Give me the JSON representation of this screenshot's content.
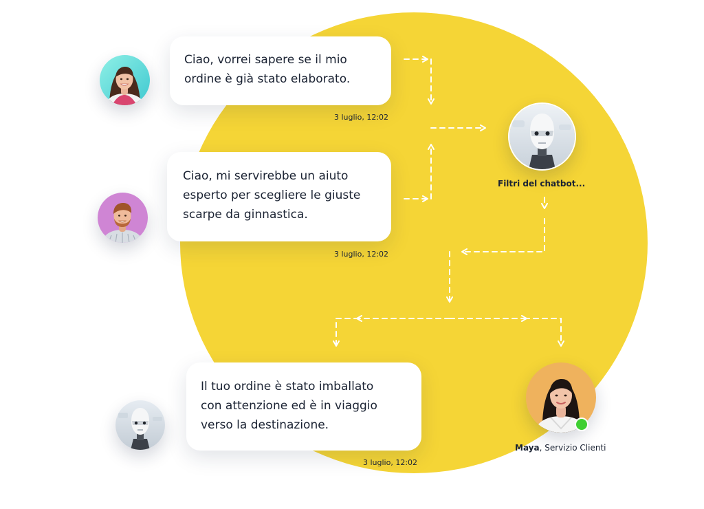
{
  "messages": [
    {
      "lines": [
        "Ciao, vorrei sapere se il mio",
        "ordine è già stato elaborato."
      ],
      "time": "3 luglio, 12:02"
    },
    {
      "lines": [
        "Ciao, mi servirebbe un aiuto",
        "esperto per scegliere le giuste",
        "scarpe da ginnastica."
      ],
      "time": "3 luglio, 12:02"
    },
    {
      "lines": [
        "Il tuo ordine è stato imballato",
        "con attenzione ed è in viaggio",
        "verso la destinazione."
      ],
      "time": "3 luglio, 12:02"
    }
  ],
  "bot": {
    "label": "Filtri del chatbot..."
  },
  "agent": {
    "name": "Maya",
    "separator": ", ",
    "role": "Servizio Clienti",
    "status": "online"
  },
  "icons": {
    "customer_1": "woman-avatar-icon",
    "customer_2": "man-avatar-icon",
    "bot": "robot-avatar-icon",
    "agent": "agent-avatar-icon",
    "status": "online-status-icon"
  },
  "colors": {
    "accent_yellow": "#f5d536",
    "text": "#1b2333",
    "bubble_bg": "#ffffff",
    "online_green": "#3fcf32",
    "flow_line": "#ffffff"
  }
}
